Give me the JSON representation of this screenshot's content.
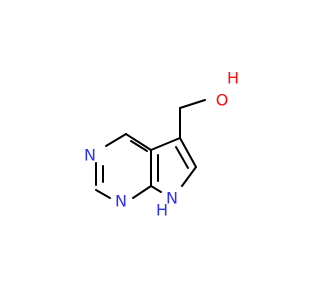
{
  "molecule": {
    "atoms": {
      "hydroxyl_O": {
        "text": "O",
        "color": "#ff0d0d"
      },
      "hydroxyl_H": {
        "text": "H",
        "color": "#ff0d0d"
      },
      "ring_N_top": {
        "text": "N",
        "color": "#3030f0"
      },
      "ring_N_bottom": {
        "text": "N",
        "color": "#3030f0"
      },
      "pyrrole_N": {
        "text": "N",
        "color": "#3030f0"
      },
      "pyrrole_H": {
        "text": "H",
        "color": "#3030f0"
      }
    }
  }
}
